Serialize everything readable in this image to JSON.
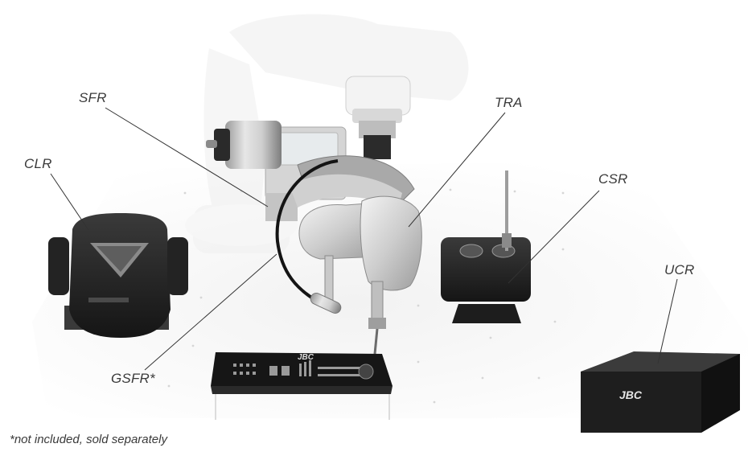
{
  "labels": {
    "sfr": "SFR",
    "clr": "CLR",
    "tra": "TRA",
    "csr": "CSR",
    "ucr": "UCR",
    "gsfr": "GSFR*"
  },
  "footnote": "*not included, sold separately",
  "brand": "JBC",
  "colors": {
    "label_text": "#3a3a3a",
    "leader_line": "#333333",
    "device_dark": "#1e1e1e",
    "robot_light": "#e9e9e9"
  }
}
